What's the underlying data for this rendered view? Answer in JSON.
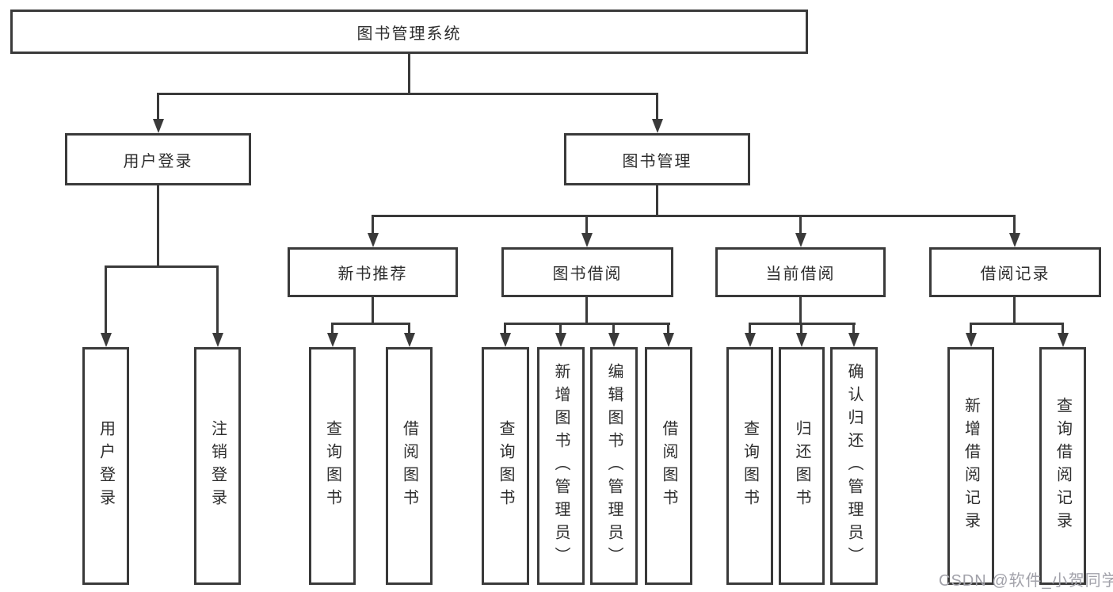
{
  "diagram": {
    "title": "图书管理系统",
    "root": {
      "label": "图书管理系统"
    },
    "branches": [
      {
        "label": "用户登录",
        "children": [
          {
            "label": "用户登录"
          },
          {
            "label": "注销登录"
          }
        ]
      },
      {
        "label": "图书管理",
        "children": [
          {
            "label": "新书推荐",
            "children": [
              {
                "label": "查询图书"
              },
              {
                "label": "借阅图书"
              }
            ]
          },
          {
            "label": "图书借阅",
            "children": [
              {
                "label": "查询图书"
              },
              {
                "label": "新增图书（管理员）"
              },
              {
                "label": "编辑图书（管理员）"
              },
              {
                "label": "借阅图书"
              }
            ]
          },
          {
            "label": "当前借阅",
            "children": [
              {
                "label": "查询图书"
              },
              {
                "label": "归还图书"
              },
              {
                "label": "确认归还（管理员）"
              }
            ]
          },
          {
            "label": "借阅记录",
            "children": [
              {
                "label": "新增借阅记录"
              },
              {
                "label": "查询借阅记录"
              }
            ]
          }
        ]
      }
    ],
    "watermark": "CSDN @软件_小贺同学",
    "colors": {
      "line": "#3a3a3a",
      "text": "#2e2e2e",
      "watermark": "#a2a2aa",
      "background": "#ffffff"
    }
  }
}
